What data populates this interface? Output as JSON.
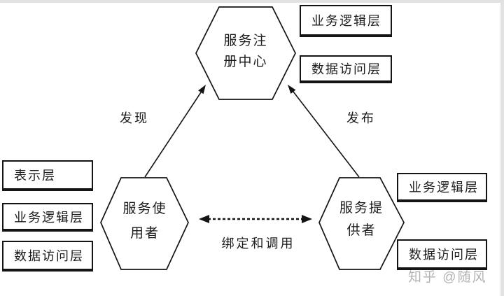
{
  "nodes": {
    "registry": {
      "lines": [
        "服务注",
        "册中心"
      ]
    },
    "consumer": {
      "lines": [
        "服务使",
        "用者"
      ]
    },
    "provider": {
      "lines": [
        "服务提",
        "供者"
      ]
    }
  },
  "edges": {
    "discover": "发现",
    "publish": "发布",
    "bind": "绑定和调用"
  },
  "layer_boxes": {
    "registry_stack": [
      "业务逻辑层",
      "数据访问层"
    ],
    "consumer_stack": [
      "表示层",
      "业务逻辑层",
      "数据访问层"
    ],
    "provider_stack": [
      "业务逻辑层",
      "数据访问层"
    ]
  },
  "watermark": "知乎 @随风",
  "colors": {
    "line": "#141414",
    "background": "#ffffff",
    "watermark": "#b3b3b3",
    "page_edge": "#e2e2e2"
  }
}
